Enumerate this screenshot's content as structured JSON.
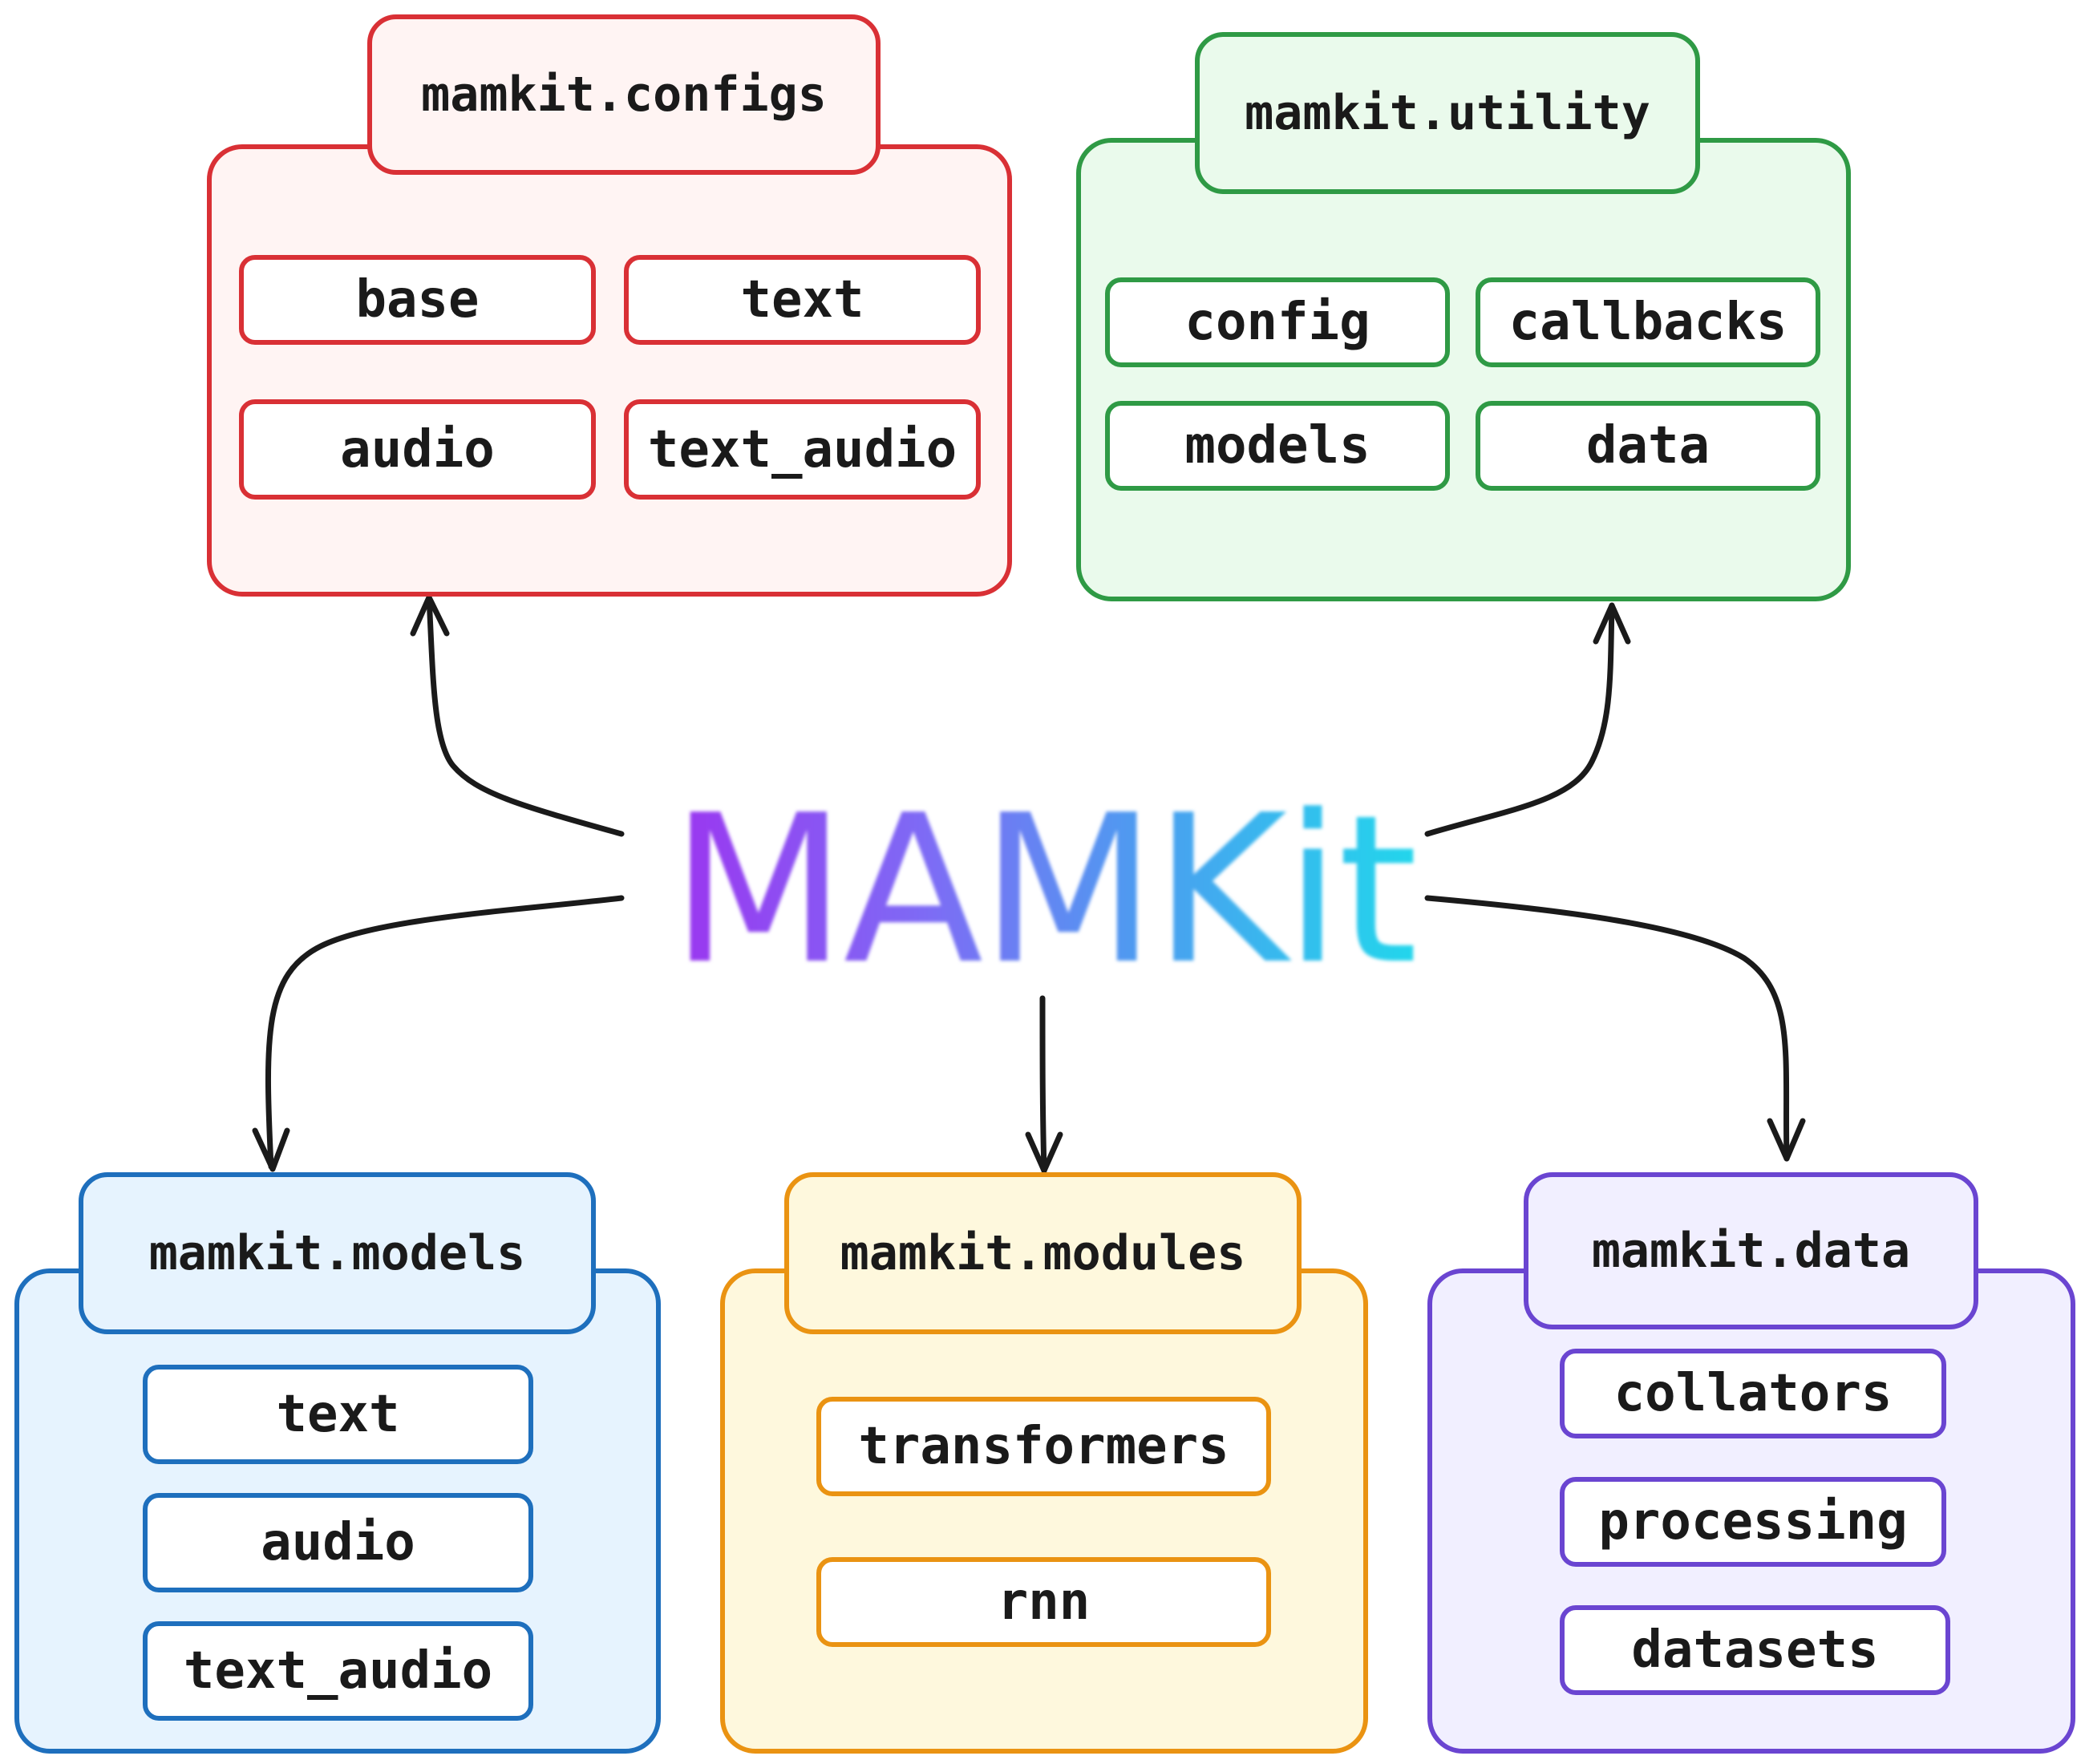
{
  "center": {
    "title": "MAMKit"
  },
  "groups": {
    "configs": {
      "label": "mamkit.configs",
      "items": [
        "base",
        "text",
        "audio",
        "text_audio"
      ]
    },
    "utility": {
      "label": "mamkit.utility",
      "items": [
        "config",
        "callbacks",
        "models",
        "data"
      ]
    },
    "models": {
      "label": "mamkit.models",
      "items": [
        "text",
        "audio",
        "text_audio"
      ]
    },
    "modules": {
      "label": "mamkit.modules",
      "items": [
        "transformers",
        "rnn"
      ]
    },
    "data": {
      "label": "mamkit.data",
      "items": [
        "collators",
        "processing",
        "datasets"
      ]
    }
  },
  "colors": {
    "configs": "#d93035",
    "utility": "#2f9a45",
    "models": "#1e6fbd",
    "modules": "#ea9312",
    "data": "#6a45d1",
    "arrow": "#1a1a1a"
  }
}
